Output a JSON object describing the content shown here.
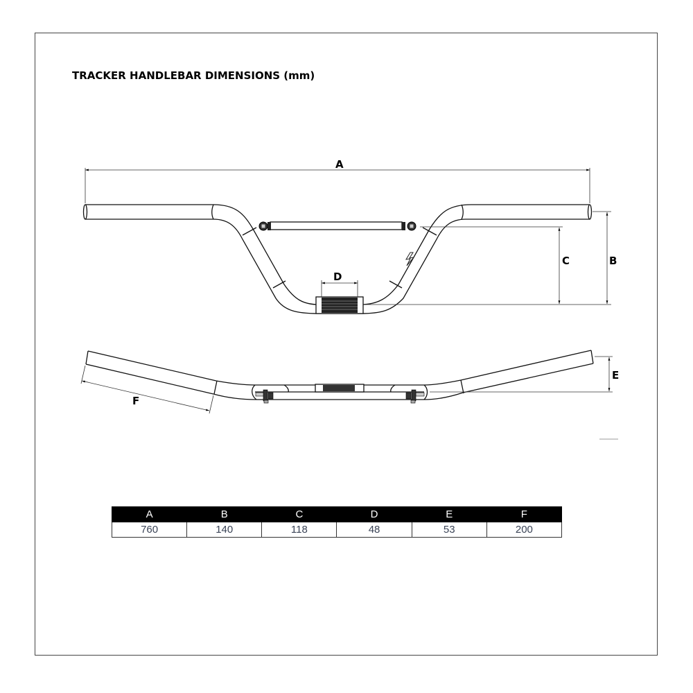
{
  "title": "TRACKER HANDLEBAR DIMENSIONS (mm)",
  "diagram": {
    "front_view_labels": {
      "A": "A",
      "B": "B",
      "C": "C",
      "D": "D"
    },
    "side_view_labels": {
      "E": "E",
      "F": "F"
    },
    "logo_icon": "lightning-bolt-logo"
  },
  "table": {
    "headers": [
      "A",
      "B",
      "C",
      "D",
      "E",
      "F"
    ],
    "values": [
      "760",
      "140",
      "118",
      "48",
      "53",
      "200"
    ],
    "header_bg": "#000000",
    "header_text": "#ffffff",
    "value_text": "#3a4356"
  }
}
